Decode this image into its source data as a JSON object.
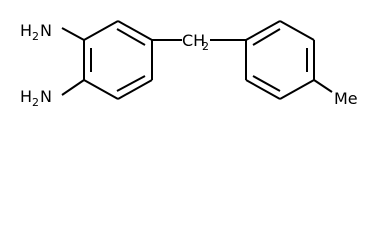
{
  "molecule": {
    "groups": {
      "nh2_top": {
        "element": "H",
        "subscript": "2",
        "suffix": "N"
      },
      "nh2_bottom": {
        "element": "H",
        "subscript": "2",
        "suffix": "N"
      },
      "methylene": {
        "element": "CH",
        "subscript": "2"
      },
      "methyl": {
        "element": "Me"
      }
    }
  }
}
